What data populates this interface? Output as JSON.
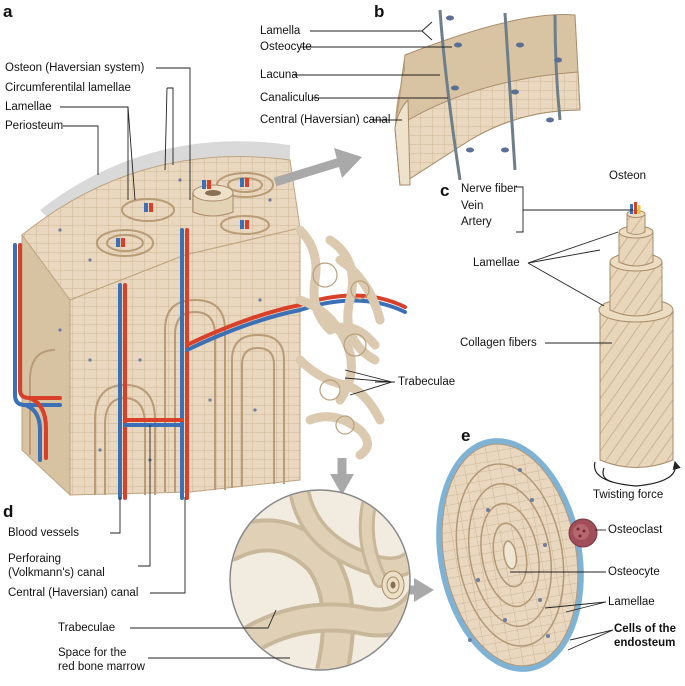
{
  "panels": {
    "a": "a",
    "b": "b",
    "c": "c",
    "d": "d",
    "e": "e"
  },
  "panel_a": {
    "osteon": "Osteon (Haversian system)",
    "circumferential": "Circumferentilal lamellae",
    "lamellae": "Lamellae",
    "periosteum": "Periosteum",
    "trabeculae": "Trabeculae",
    "blood_vessels": "Blood vessels",
    "perforating_1": "Perforaing",
    "perforating_2": "(Volkmann's) canal",
    "central_canal": "Central (Haversian) canal"
  },
  "panel_b": {
    "lamella": "Lamella",
    "osteocyte": "Osteocyte",
    "lacuna": "Lacuna",
    "canaliculus": "Canaliculus",
    "central_canal": "Central (Haversian) canal"
  },
  "panel_c": {
    "title": "Osteon",
    "nerve": "Nerve fiber",
    "vein": "Vein",
    "artery": "Artery",
    "lamellae": "Lamellae",
    "collagen": "Collagen fibers",
    "twisting": "Twisting force"
  },
  "panel_d": {
    "trabeculae": "Trabeculae",
    "marrow_1": "Space for the",
    "marrow_2": "red bone marrow"
  },
  "panel_e": {
    "osteoclast": "Osteoclast",
    "osteocyte": "Osteocyte",
    "lamellae": "Lamellae",
    "endosteum_1": "Cells of the",
    "endosteum_2": "endosteum"
  },
  "colors": {
    "bone": "#e6d3b8",
    "bone_dark": "#c9b08d",
    "cell": "#5a6f93",
    "artery": "#d8402a",
    "vein": "#3b6fb6",
    "endosteum": "#7fb3d6",
    "osteoclast": "#a04f5a",
    "arrow": "#a9a9a9"
  }
}
